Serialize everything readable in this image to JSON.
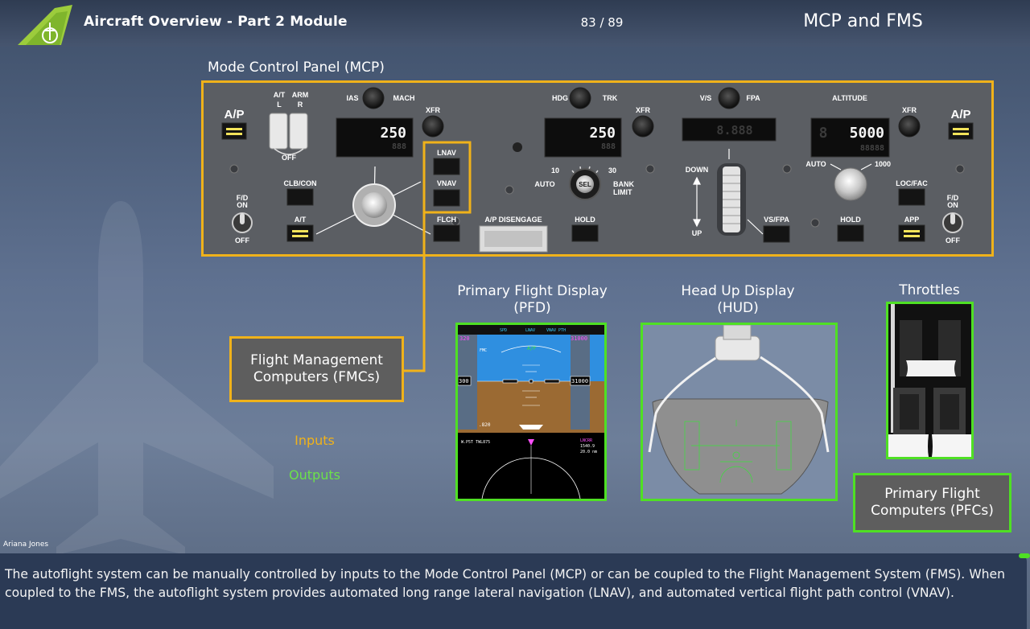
{
  "header": {
    "course_title": "Aircraft Overview - Part 2 Module",
    "page_counter": "83 / 89",
    "section_title": "MCP and FMS"
  },
  "mcp": {
    "label": "Mode Control Panel (MCP)",
    "ap_left": "A/P",
    "ap_right": "A/P",
    "at_label": "A/T",
    "arm_label": "ARM",
    "l_label": "L",
    "r_label": "R",
    "off_label": "OFF",
    "ias_label": "IAS",
    "mach_label": "MACH",
    "xfr_label": "XFR",
    "speed_value": "250",
    "speed_sub": "888",
    "lnav_label": "LNAV",
    "vnav_label": "VNAV",
    "flch_label": "FLCH",
    "clb_con_label": "CLB/CON",
    "at_button_label": "A/T",
    "fd_label": "F/D",
    "on_label": "ON",
    "hdg_label": "HDG",
    "trk_label": "TRK",
    "heading_value": "250",
    "heading_sub": "888",
    "bank_10": "10",
    "bank_30": "30",
    "auto_label": "AUTO",
    "sel_label": "SEL",
    "bank_limit_line1": "BANK",
    "bank_limit_line2": "LIMIT",
    "ap_disengage_label": "A/P DISENGAGE",
    "hold_label": "HOLD",
    "vs_label": "V/S",
    "fpa_label": "FPA",
    "vs_value": "8.888",
    "down_label": "DOWN",
    "up_label": "UP",
    "vs_fpa_label": "VS/FPA",
    "altitude_label": "ALTITUDE",
    "altitude_value": "5000",
    "altitude_ghost": "8",
    "altitude_sub": "88888",
    "alt_auto_label": "AUTO",
    "alt_1000_label": "1000",
    "loc_fac_label": "LOC/FAC",
    "app_label": "APP"
  },
  "pfd_readouts": {
    "speed_box": "300",
    "alt_box": "31000",
    "speed_top": "320",
    "alt_top": "31000",
    "mach": ".820",
    "fmc_label": "FMC",
    "ap_label": "A/P",
    "nd_left": "W.P5T TWL875",
    "nd_right": "LNCRR",
    "nd_dist": "1540.9",
    "nd_time": "20.0 nm"
  },
  "fmc_box": {
    "line1": "Flight Management",
    "line2": "Computers (FMCs)"
  },
  "legend": {
    "inputs": "Inputs",
    "outputs": "Outputs"
  },
  "captions": {
    "pfd_line1": "Primary Flight Display",
    "pfd_line2": "(PFD)",
    "hud_line1": "Head Up Display",
    "hud_line2": "(HUD)",
    "throttles": "Throttles"
  },
  "pfc_box": {
    "line1": "Primary Flight",
    "line2": "Computers (PFCs)"
  },
  "author": "Ariana Jones",
  "description": "The autoflight system can be manually controlled by inputs to the Mode Control Panel (MCP) or can be coupled to the Flight Management System (FMS). When coupled to the FMS, the autoflight system provides automated long range lateral navigation (LNAV), and automated vertical flight path control (VNAV).",
  "colors": {
    "input_accent": "#f0b21a",
    "output_accent": "#4fe024",
    "panel_gray": "#5b5e63",
    "header_bg": "#2f3c52"
  }
}
